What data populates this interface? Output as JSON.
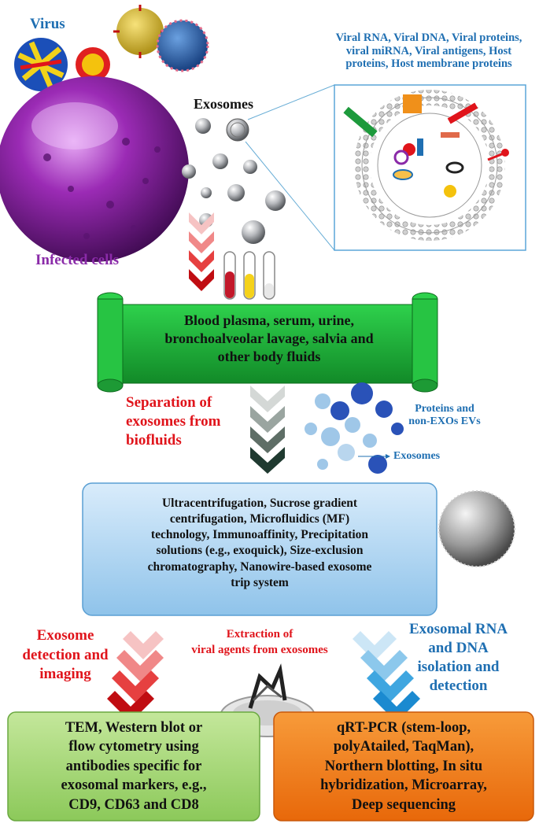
{
  "labels": {
    "virus": "Virus",
    "exosomes_top": "Exosomes",
    "infected_cells": "Infected cells",
    "cargo_lines": [
      "Viral  RNA, Viral DNA, Viral proteins,",
      "viral miRNA, Viral antigens,  Host",
      "proteins, Host membrane proteins"
    ],
    "biofluids_lines": [
      "Blood plasma, serum, urine,",
      "bronchoalveolar lavage, salvia and",
      "other body fluids"
    ],
    "separation_lines": [
      "Separation of",
      "exosomes from",
      "biofluids"
    ],
    "proteins_lines": [
      "Proteins and",
      "non-EXOs EVs"
    ],
    "exosomes_small": "Exosomes",
    "methods_lines": [
      "Ultracentrifugation, Sucrose gradient",
      "centrifugation, Microfluidics (MF)",
      "technology, Immunoaffinity, Precipitation",
      "solutions (e.g., exoquick), Size-exclusion",
      "chromatography, Nanowire-based exosome",
      "trip system"
    ],
    "detection_lines": [
      "Exosome",
      "detection and",
      "imaging"
    ],
    "extraction_lines": [
      "Extraction of",
      "viral agents from exosomes"
    ],
    "rna_dna_lines": [
      "Exosomal RNA",
      "and DNA",
      "isolation and",
      "detection"
    ],
    "tem_lines": [
      "TEM, Western blot or",
      "flow cytometry using",
      "antibodies specific for",
      "exosomal markers, e.g.,",
      "CD9, CD63 and CD8"
    ],
    "qrt_lines": [
      "qRT-PCR (stem-loop,",
      "polyAtailed, TaqMan),",
      "Northern blotting, In situ",
      "hybridization, Microarray,",
      "Deep sequencing"
    ]
  },
  "colors": {
    "red": "#e0141b",
    "blue": "#1f6fb2",
    "purple": "#8a2aa8",
    "green_banner": "#20b23a",
    "light_blue_box": "#a9d4f2",
    "green_box": "#9ed46a",
    "orange_box": "#f07c12"
  }
}
